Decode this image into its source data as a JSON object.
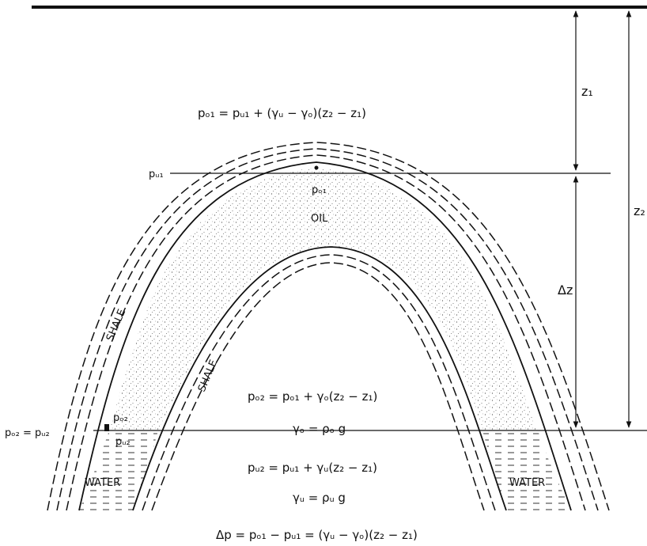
{
  "labels": {
    "eq_top": "pₒ₁ = pᵤ₁ + (γᵤ − γₒ)(z₂ − z₁)",
    "p_w1": "pᵤ₁",
    "p_o1": "pₒ₁",
    "oil": "OIL",
    "shale_outer": "SHALE",
    "shale_inner": "SHALE",
    "water_left": "WATER",
    "water_right": "WATER",
    "p_o2": "pₒ₂",
    "p_w2": "pᵤ₂",
    "p_o2_eq_p_w2": "pₒ₂ = pᵤ₂",
    "eq_po2": "pₒ₂ = pₒ₁ + γₒ(z₂ − z₁)",
    "eq_gamma_o": "γₒ = ρₒ g",
    "eq_pw2": "pᵤ₂ = pᵤ₁ + γᵤ(z₂ − z₁)",
    "eq_gamma_w": "γᵤ = ρᵤ g",
    "eq_delta_p": "Δp = pₒ₁ − pᵤ₁ = (γᵤ − γₒ)(z₂ − z₁)",
    "z1": "z₁",
    "z2": "z₂",
    "delta_z": "Δz"
  }
}
